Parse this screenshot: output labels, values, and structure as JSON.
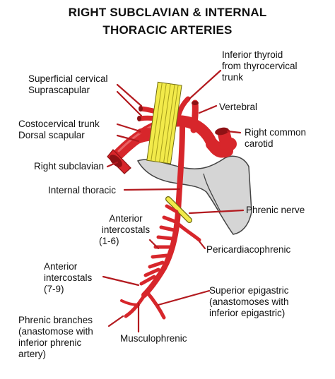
{
  "title": {
    "line1": "RIGHT SUBCLAVIAN & INTERNAL",
    "line2": "THORACIC ARTERIES"
  },
  "labels": {
    "inferior_thyroid": [
      "Inferior thyroid",
      "from thyrocervical",
      "trunk"
    ],
    "superficial_cervical": [
      "Superficial cervical",
      "Suprascapular"
    ],
    "vertebral": "Vertebral",
    "costocervical": [
      "Costocervical trunk",
      "Dorsal scapular"
    ],
    "right_common_carotid": [
      "Right common",
      "carotid"
    ],
    "right_subclavian": "Right subclavian",
    "internal_thoracic": "Internal thoracic",
    "phrenic_nerve": "Phrenic nerve",
    "anterior_intercostals_1_6": [
      "Anterior",
      "intercostals",
      "(1-6)"
    ],
    "pericardiacophrenic": "Pericardiacophrenic",
    "anterior_intercostals_7_9": [
      "Anterior",
      "intercostals",
      "(7-9)"
    ],
    "superior_epigastric": [
      "Superior epigastric",
      "(anastomoses with",
      "inferior epigastric)"
    ],
    "phrenic_branches": [
      "Phrenic branches",
      "(anastomose with",
      "inferior phrenic",
      "artery)"
    ],
    "musculophrenic": "Musculophrenic"
  },
  "colors": {
    "artery": "#d7262b",
    "artery_dark": "#8e1114",
    "nerve": "#f2ea4a",
    "bone": "#d5d5d5",
    "pointer": "#b31a1f",
    "text": "#111111"
  }
}
